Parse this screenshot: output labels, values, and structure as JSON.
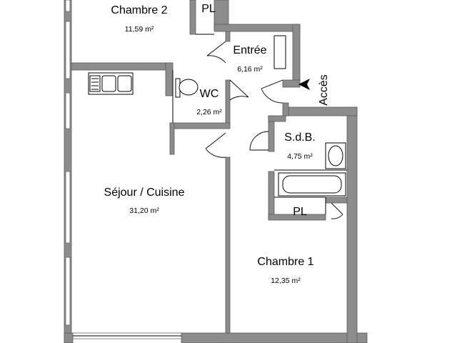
{
  "rooms": {
    "chambre2": {
      "name": "Chambre 2",
      "area": "11,59 m²"
    },
    "entree": {
      "name": "Entrée",
      "area": "6,16 m²"
    },
    "wc": {
      "name": "WC",
      "area": "2,26 m²"
    },
    "sdb": {
      "name": "S.d.B.",
      "area": "4,75 m²"
    },
    "sejour": {
      "name": "Séjour / Cuisine",
      "area": "31,20 m²"
    },
    "chambre1": {
      "name": "Chambre 1",
      "area": "12,35 m²"
    }
  },
  "closets": {
    "top": "PL",
    "bottom": "PL"
  },
  "access": {
    "label": "Accès",
    "icon": "arrow-left-icon"
  },
  "colors": {
    "wall": "#8c8c8c",
    "line": "#000000",
    "background": "#ffffff"
  }
}
